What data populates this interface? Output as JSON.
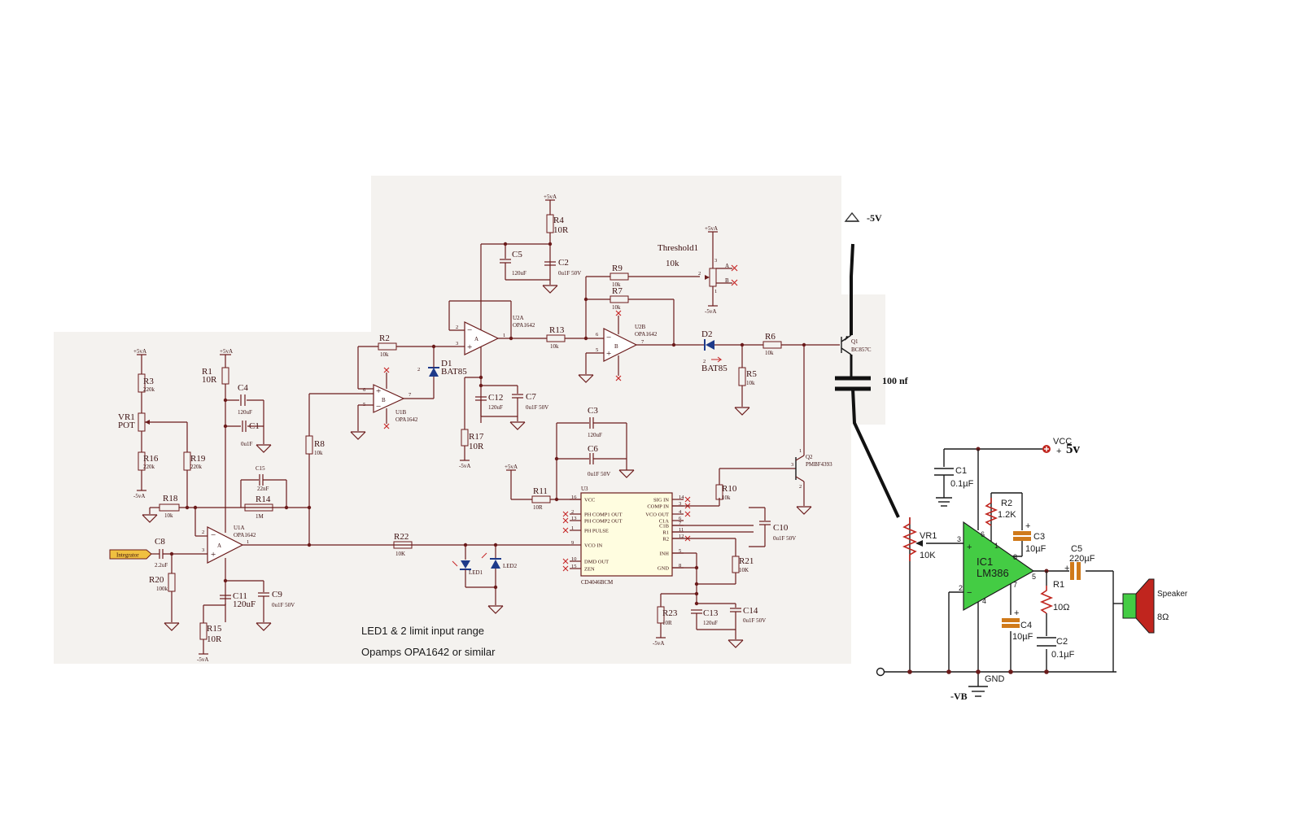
{
  "notes": {
    "line1": "LED1 & 2 limit input range",
    "line2": "Opamps OPA1642 or similar"
  },
  "input_label": "Integrator",
  "supply": {
    "pos": "+5vA",
    "neg": "-5vA",
    "minus5v": "-5V",
    "cap_100nf": "100 nf",
    "vcc": "VCC",
    "vcc_val": "5v",
    "vb": "-VB",
    "gnd": "GND"
  },
  "threshold": {
    "name": "Threshold1",
    "value": "10k",
    "pin_a": "A",
    "pin_b": "B"
  },
  "opamps": {
    "u1a": {
      "ref": "U1A",
      "part": "OPA1642",
      "unit": "A"
    },
    "u1b": {
      "ref": "U1B",
      "part": "OPA1642",
      "unit": "B"
    },
    "u2a": {
      "ref": "U2A",
      "part": "OPA1642",
      "unit": "A"
    },
    "u2b": {
      "ref": "U2B",
      "part": "OPA1642",
      "unit": "B"
    }
  },
  "transistors": {
    "q1": {
      "ref": "Q1",
      "part": "BC857C"
    },
    "q2": {
      "ref": "Q2",
      "part": "PMBF4393"
    }
  },
  "diodes": {
    "d1": {
      "ref": "D1",
      "part": "BAT85"
    },
    "d2": {
      "ref": "D2",
      "part": "BAT85"
    },
    "led1": "LED1",
    "led2": "LED2"
  },
  "resistors": {
    "r1": [
      "R1",
      "10R"
    ],
    "r2": [
      "R2",
      "10k"
    ],
    "r3": [
      "R3",
      "220k"
    ],
    "r4": [
      "R4",
      "10R"
    ],
    "r5": [
      "R5",
      "10k"
    ],
    "r6": [
      "R6",
      "10k"
    ],
    "r7": [
      "R7",
      "10k"
    ],
    "r8": [
      "R8",
      "10k"
    ],
    "r9": [
      "R9",
      "10k"
    ],
    "r10": [
      "R10",
      "10k"
    ],
    "r11": [
      "R11",
      "10R"
    ],
    "r13": [
      "R13",
      "10k"
    ],
    "r14": [
      "R14",
      "1M"
    ],
    "r15": [
      "R15",
      "10R"
    ],
    "r16": [
      "R16",
      "220k"
    ],
    "r17": [
      "R17",
      "10R"
    ],
    "r18": [
      "R18",
      "10k"
    ],
    "r19": [
      "R19",
      "220k"
    ],
    "r20": [
      "R20",
      "100k"
    ],
    "r21": [
      "R21",
      "10K"
    ],
    "r22": [
      "R22",
      "10K"
    ],
    "r23": [
      "R23",
      "10R"
    ]
  },
  "vr1": [
    "VR1",
    "POT"
  ],
  "capacitors": {
    "c1": [
      "C1",
      "0u1F"
    ],
    "c2": [
      "C2",
      "0u1F 50V"
    ],
    "c3": [
      "C3",
      "120uF"
    ],
    "c4": [
      "C4",
      "120uF"
    ],
    "c5": [
      "C5",
      "120uF"
    ],
    "c6": [
      "C6",
      "0u1F 50V"
    ],
    "c7": [
      "C7",
      "0u1F 50V"
    ],
    "c8": [
      "C8",
      "2.2uF"
    ],
    "c9": [
      "C9",
      "0u1F 50V"
    ],
    "c10": [
      "C10",
      "0u1F 50V"
    ],
    "c11": [
      "C11",
      "120uF"
    ],
    "c12": [
      "C12",
      "120uF"
    ],
    "c13": [
      "C13",
      "120uF"
    ],
    "c14": [
      "C14",
      "0u1F 50V"
    ],
    "c15": [
      "C15",
      "22nF"
    ]
  },
  "u3": {
    "ref": "U3",
    "part": "CD4046BCM",
    "left_pins": [
      {
        "n": "16",
        "name": "VCC"
      },
      {
        "n": "2",
        "name": "PH COMP1 OUT"
      },
      {
        "n": "13",
        "name": "PH COMP2 OUT"
      },
      {
        "n": "1",
        "name": "PH PULSE"
      },
      {
        "n": "9",
        "name": "VCO IN"
      },
      {
        "n": "10",
        "name": "DMD OUT"
      },
      {
        "n": "15",
        "name": "ZEN"
      }
    ],
    "right_pins": [
      {
        "n": "14",
        "name": "SIG IN"
      },
      {
        "n": "3",
        "name": "COMP IN"
      },
      {
        "n": "4",
        "name": "VCO OUT"
      },
      {
        "n": "6",
        "name": "C1A"
      },
      {
        "n": "7",
        "name": "C1B"
      },
      {
        "n": "11",
        "name": "R1"
      },
      {
        "n": "12",
        "name": "R2"
      },
      {
        "n": "5",
        "name": "INH"
      },
      {
        "n": "8",
        "name": "GND"
      }
    ]
  },
  "amp": {
    "ic": "IC1",
    "part": "LM386",
    "vr1": [
      "VR1",
      "10K"
    ],
    "c1": [
      "C1",
      "0.1µF"
    ],
    "r2": [
      "R2",
      "1.2K"
    ],
    "c3": [
      "C3",
      "10µF"
    ],
    "c5": [
      "C5",
      "220µF"
    ],
    "r1": [
      "R1",
      "10Ω"
    ],
    "c4": [
      "C4",
      "10µF"
    ],
    "c2": [
      "C2",
      "0.1µF"
    ],
    "speaker": [
      "Speaker",
      "8Ω"
    ],
    "pins": {
      "p3": "3",
      "p2": "2",
      "p6": "6",
      "p4": "4",
      "p1": "1",
      "p8": "8",
      "p7": "7",
      "p5": "5"
    }
  },
  "colors": {
    "panel": "#f4f2ef",
    "wire": "#6b1b1b",
    "chip": "#fffde0",
    "input_tag": "#f0c040",
    "amp_green": "#44cc44",
    "cap_orange": "#d07a1a",
    "res_red": "#c0251e",
    "speaker_red": "#c0251e",
    "speaker_green": "#44cc44",
    "diode_blue": "#1e3a8a",
    "led_blue": "#1e3a8a"
  }
}
